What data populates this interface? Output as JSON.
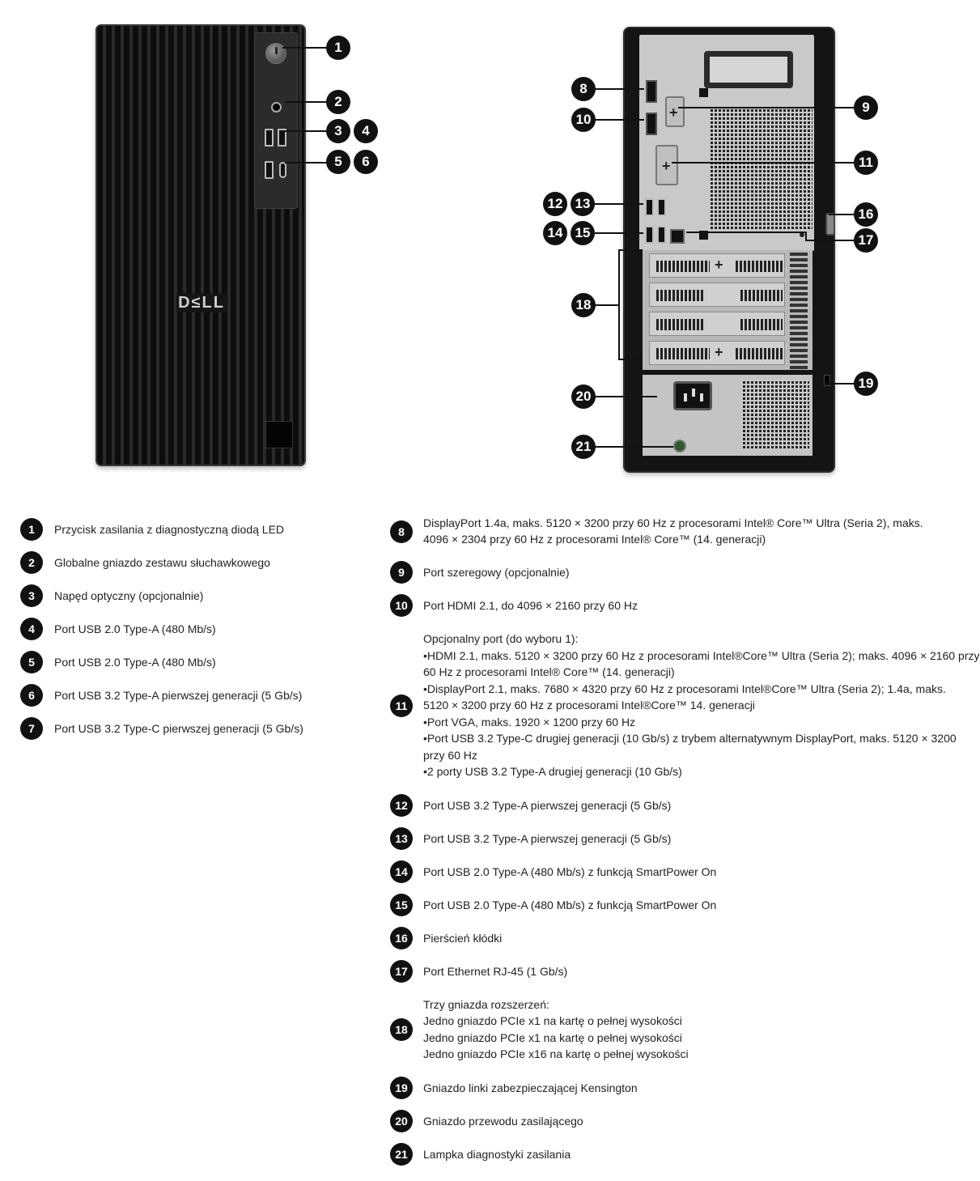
{
  "brand": {
    "logo_text": "D≤LL"
  },
  "callouts": [
    "1",
    "2",
    "3",
    "4",
    "5",
    "6",
    "7",
    "8",
    "9",
    "10",
    "11",
    "12",
    "13",
    "14",
    "15",
    "16",
    "17",
    "18",
    "19",
    "20",
    "21"
  ],
  "legend_left": [
    {
      "num": "1",
      "text": "Przycisk zasilania z diagnostyczną diodą LED"
    },
    {
      "num": "2",
      "text": "Globalne gniazdo zestawu słuchawkowego"
    },
    {
      "num": "3",
      "text": "Napęd optyczny (opcjonalnie)"
    },
    {
      "num": "4",
      "text": "Port USB 2.0 Type-A (480 Mb/s)"
    },
    {
      "num": "5",
      "text": "Port USB 2.0 Type-A (480 Mb/s)"
    },
    {
      "num": "6",
      "text": "Port USB 3.2 Type-A pierwszej generacji (5 Gb/s)"
    },
    {
      "num": "7",
      "text": "Port USB 3.2 Type-C pierwszej generacji (5 Gb/s)"
    }
  ],
  "legend_right": [
    {
      "num": "8",
      "lines": [
        "DisplayPort 1.4a, maks. 5120 × 3200 przy 60 Hz z procesorami Intel® Core™ Ultra (Seria 2), maks.",
        "4096 × 2304 przy 60 Hz z procesorami Intel® Core™ (14. generacji)"
      ]
    },
    {
      "num": "9",
      "lines": [
        "Port szeregowy (opcjonalnie)"
      ]
    },
    {
      "num": "10",
      "lines": [
        "Port HDMI 2.1, do 4096 × 2160 przy 60 Hz"
      ]
    },
    {
      "num": "11",
      "lines": [
        "Opcjonalny port (do wyboru 1):",
        "•HDMI 2.1, maks. 5120 × 3200 przy 60 Hz z procesorami Intel®Core™ Ultra (Seria 2); maks. 4096 × 2160 przy",
        "60 Hz z procesorami Intel® Core™ (14. generacji)",
        "•DisplayPort 2.1, maks. 7680 × 4320 przy 60 Hz z procesorami Intel®Core™ Ultra (Seria 2); 1.4a, maks.",
        "5120 × 3200 przy 60 Hz z procesorami Intel®Core™ 14. generacji",
        "•Port VGA, maks. 1920 × 1200 przy 60 Hz",
        "•Port USB 3.2 Type-C drugiej generacji (10 Gb/s) z trybem alternatywnym DisplayPort, maks. 5120 × 3200",
        "przy 60 Hz",
        "•2 porty USB 3.2 Type-A drugiej generacji (10 Gb/s)"
      ]
    },
    {
      "num": "12",
      "lines": [
        "Port USB 3.2 Type-A pierwszej generacji (5 Gb/s)"
      ]
    },
    {
      "num": "13",
      "lines": [
        "Port USB 3.2 Type-A pierwszej generacji (5 Gb/s)"
      ]
    },
    {
      "num": "14",
      "lines": [
        "Port USB 2.0 Type-A (480 Mb/s) z funkcją SmartPower On"
      ]
    },
    {
      "num": "15",
      "lines": [
        "Port USB 2.0 Type-A (480 Mb/s) z funkcją SmartPower On"
      ]
    },
    {
      "num": "16",
      "lines": [
        "Pierścień kłódki"
      ]
    },
    {
      "num": "17",
      "lines": [
        "Port Ethernet RJ-45 (1 Gb/s)"
      ]
    },
    {
      "num": "18",
      "lines": [
        "Trzy gniazda rozszerzeń:",
        "Jedno gniazdo PCIe x1 na kartę o pełnej wysokości",
        "Jedno gniazdo PCIe x1 na kartę o pełnej wysokości",
        "Jedno gniazdo PCIe x16 na kartę o pełnej wysokości"
      ]
    },
    {
      "num": "19",
      "lines": [
        "Gniazdo linki zabezpieczającej Kensington"
      ]
    },
    {
      "num": "20",
      "lines": [
        "Gniazdo przewodu zasilającego"
      ]
    },
    {
      "num": "21",
      "lines": [
        "Lampka diagnostyki zasilania"
      ]
    }
  ]
}
